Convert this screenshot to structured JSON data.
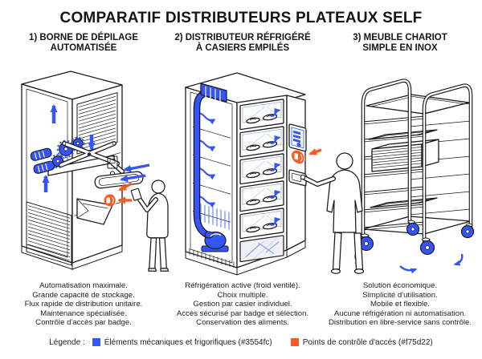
{
  "title": "COMPARATIF DISTRIBUTEURS PLATEAUX SELF",
  "colors": {
    "mechanical": "#3554fc",
    "access": "#f75d22",
    "ink": "#1a1a1a",
    "paper": "#ffffff"
  },
  "columns": [
    {
      "heading_line1": "1) BORNE DE DÉPILAGE",
      "heading_line2": "AUTOMATISÉE",
      "illustration": "automated-tray-dispenser",
      "features": [
        "Automatisation maximale.",
        "Grande capacité de stockage.",
        "Flux rapide de distribution unitaire.",
        "Maintenance spécialisée.",
        "Contrôle d'accès par badge."
      ]
    },
    {
      "heading_line1": "2) DISTRIBUTEUR RÉFRIGÉRÉ",
      "heading_line2": "À CASIERS EMPILÉS",
      "illustration": "refrigerated-locker-distributor",
      "features": [
        "Réfrigération active (froid ventilé).",
        "Choix multiple.",
        "Gestion par casier individuel.",
        "Accès sécurisé par badge et sélection.",
        "Conservation des aliments."
      ]
    },
    {
      "heading_line1": "3) MEUBLE CHARIOT",
      "heading_line2": "SIMPLE EN INOX",
      "illustration": "stainless-steel-tray-trolley",
      "features": [
        "Solution économique.",
        "Simplicité d'utilisation.",
        "Mobile et flexible.",
        "Aucune réfrigération ni automatisation.",
        "Distribution en libre-service sans contrôle."
      ]
    }
  ],
  "legend": {
    "label": "Légende :",
    "items": [
      {
        "color": "#3554fc",
        "label": "Éléments mécaniques et frigorifiques (#3554fc)"
      },
      {
        "color": "#f75d22",
        "label": "Points de contrôle d'accès (#f75d22)"
      }
    ]
  }
}
